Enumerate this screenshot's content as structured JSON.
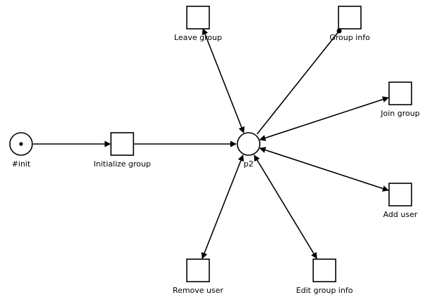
{
  "places": {
    "init": {
      "label": "#init",
      "tokens": 1
    },
    "p2": {
      "label": "p2",
      "tokens": 0
    }
  },
  "transitions": {
    "initialize_group": {
      "label": "Initialize group"
    },
    "leave_group": {
      "label": "Leave group"
    },
    "group_info": {
      "label": "Group info"
    },
    "join_group": {
      "label": "Join group"
    },
    "add_user": {
      "label": "Add user"
    },
    "remove_user": {
      "label": "Remove user"
    },
    "edit_group_info": {
      "label": "Edit group info"
    }
  },
  "arcs": [
    {
      "from": "init",
      "to": "initialize_group",
      "kind": "arrow"
    },
    {
      "from": "initialize_group",
      "to": "p2",
      "kind": "arrow"
    },
    {
      "from": "p2",
      "to": "leave_group",
      "kind": "bidirectional"
    },
    {
      "from": "group_info",
      "to": "p2",
      "kind": "read-dot"
    },
    {
      "from": "p2",
      "to": "join_group",
      "kind": "bidirectional"
    },
    {
      "from": "p2",
      "to": "add_user",
      "kind": "bidirectional"
    },
    {
      "from": "p2",
      "to": "remove_user",
      "kind": "bidirectional"
    },
    {
      "from": "p2",
      "to": "edit_group_info",
      "kind": "bidirectional"
    }
  ]
}
